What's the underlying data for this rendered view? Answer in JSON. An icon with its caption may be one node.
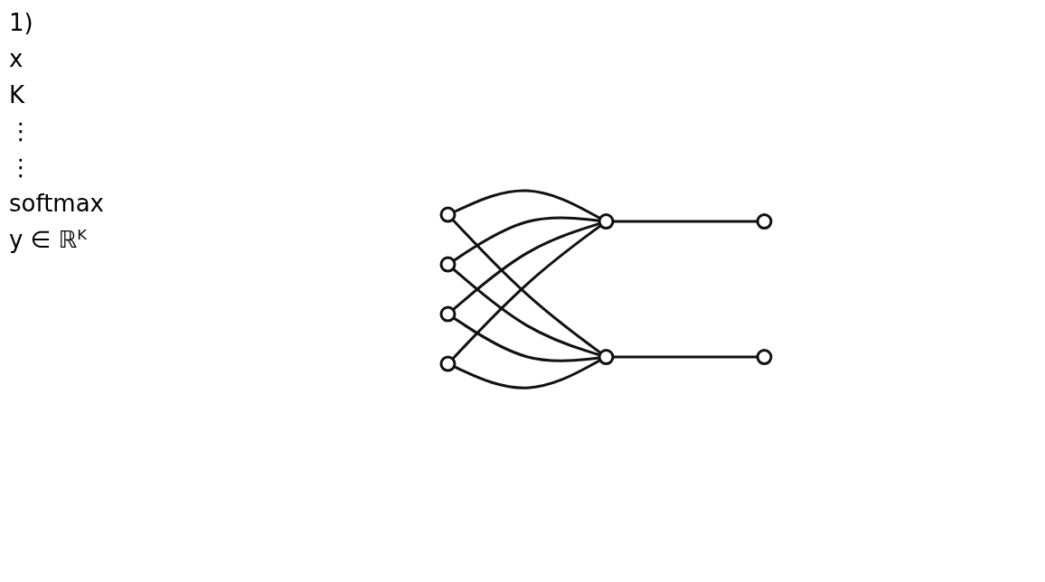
{
  "diagram": {
    "nodes": [
      {
        "text": [],
        "shape": "circle"
      },
      {
        "text": [],
        "shape": "circle"
      },
      {
        "text": [],
        "shape": "circle"
      },
      {
        "text": [],
        "shape": "circle"
      },
      {
        "text": [],
        "shape": "circle"
      },
      {
        "text": [],
        "shape": "circle"
      },
      {
        "text": [],
        "shape": "circle"
      },
      {
        "text": [],
        "shape": "circle"
      }
    ],
    "edges": [
      {
        "from": 0,
        "to": 4,
        "arrow": "none"
      },
      {
        "from": 0,
        "to": 5,
        "arrow": "none"
      },
      {
        "from": 1,
        "to": 4,
        "arrow": "none"
      },
      {
        "from": 1,
        "to": 5,
        "arrow": "none"
      },
      {
        "from": 2,
        "to": 4,
        "arrow": "none"
      },
      {
        "from": 2,
        "to": 5,
        "arrow": "none"
      },
      {
        "from": 3,
        "to": 4,
        "arrow": "none"
      },
      {
        "from": 3,
        "to": 5,
        "arrow": "none"
      },
      {
        "from": 4,
        "to": 6,
        "arrow": "none"
      },
      {
        "from": 5,
        "to": 7,
        "arrow": "none"
      }
    ],
    "labels": [
      "1)",
      "x",
      "K",
      "⋮",
      "⋮",
      "softmax",
      "y ∈ ℝᴷ"
    ]
  }
}
